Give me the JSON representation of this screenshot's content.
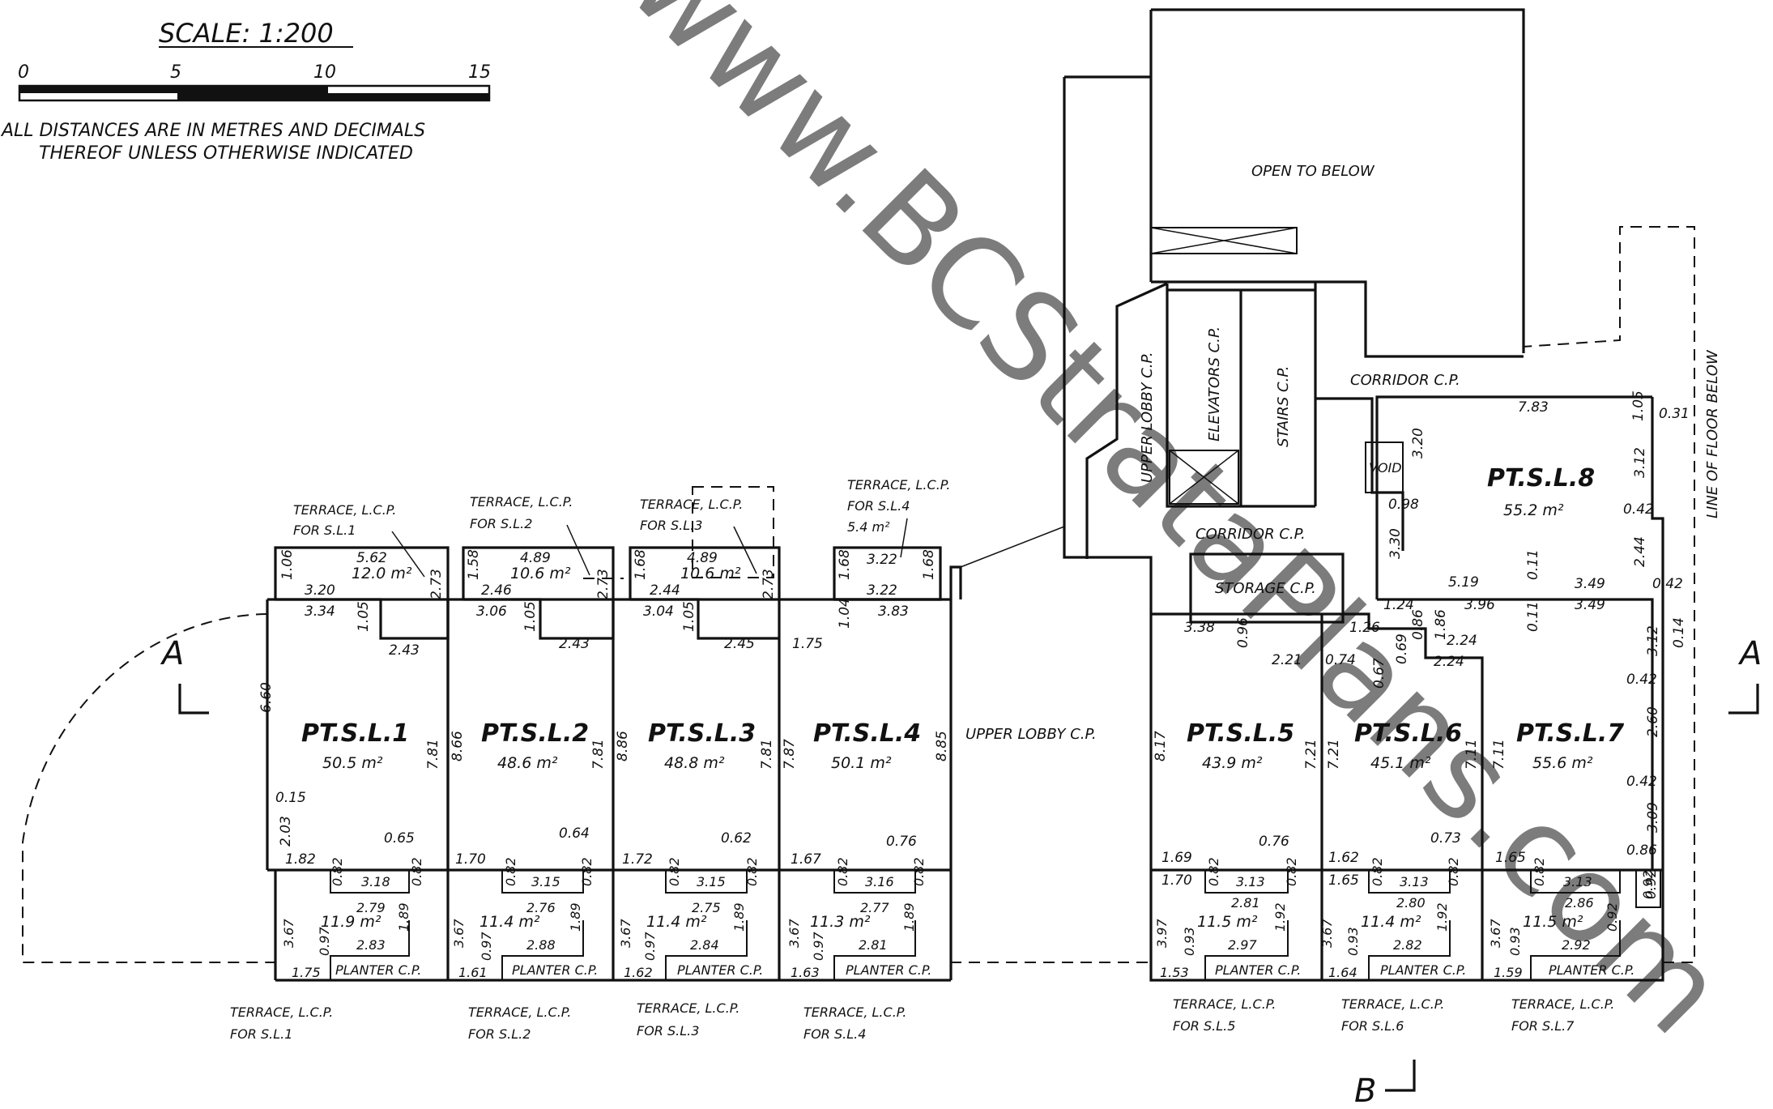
{
  "scale": {
    "title": "SCALE: 1:200",
    "ticks": [
      "0",
      "5",
      "10",
      "15"
    ],
    "note_line1": "ALL DISTANCES ARE IN METRES AND DECIMALS",
    "note_line2": "THEREOF UNLESS OTHERWISE INDICATED"
  },
  "watermark": "www.BCStrataPlans.com",
  "sections": {
    "a_left": "A",
    "a_right": "A",
    "b": "B"
  },
  "core": {
    "open_to_below": "OPEN TO BELOW",
    "upper_lobby": "UPPER LOBBY C.P.",
    "elevators": "ELEVATORS C.P.",
    "stairs": "STAIRS C.P.",
    "corridor_top": "CORRIDOR C.P.",
    "corridor_mid": "CORRIDOR C.P.",
    "storage": "STORAGE C.P.",
    "void": "VOID",
    "line_of_floor_below": "LINE OF FLOOR BELOW"
  },
  "lobby": "UPPER LOBBY C.P.",
  "units": [
    {
      "name": "PT.S.L.1",
      "area": "50.5 m²"
    },
    {
      "name": "PT.S.L.2",
      "area": "48.6 m²"
    },
    {
      "name": "PT.S.L.3",
      "area": "48.8 m²"
    },
    {
      "name": "PT.S.L.4",
      "area": "50.1 m²"
    },
    {
      "name": "PT.S.L.5",
      "area": "43.9 m²"
    },
    {
      "name": "PT.S.L.6",
      "area": "45.1 m²"
    },
    {
      "name": "PT.S.L.7",
      "area": "55.6 m²"
    },
    {
      "name": "PT.S.L.8",
      "area": "55.2 m²"
    }
  ],
  "top_terraces": [
    {
      "l1": "TERRACE, L.C.P.",
      "l2": "FOR S.L.1",
      "area": "12.0 m²"
    },
    {
      "l1": "TERRACE, L.C.P.",
      "l2": "FOR S.L.2",
      "area": "10.6 m²"
    },
    {
      "l1": "TERRACE, L.C.P.",
      "l2": "FOR S.L.3",
      "area": "10.6 m²"
    },
    {
      "l1": "TERRACE, L.C.P.",
      "l2": "FOR S.L.4",
      "area": "5.4 m²"
    }
  ],
  "bottom_terraces": [
    {
      "l1": "TERRACE, L.C.P.",
      "l2": "FOR S.L.1",
      "area": "11.9 m²",
      "planter": "PLANTER C.P."
    },
    {
      "l1": "TERRACE, L.C.P.",
      "l2": "FOR S.L.2",
      "area": "11.4 m²",
      "planter": "PLANTER C.P."
    },
    {
      "l1": "TERRACE, L.C.P.",
      "l2": "FOR S.L.3",
      "area": "11.4 m²",
      "planter": "PLANTER C.P."
    },
    {
      "l1": "TERRACE, L.C.P.",
      "l2": "FOR S.L.4",
      "area": "11.3 m²",
      "planter": "PLANTER C.P."
    },
    {
      "l1": "TERRACE, L.C.P.",
      "l2": "FOR S.L.5",
      "area": "11.5 m²",
      "planter": "PLANTER C.P."
    },
    {
      "l1": "TERRACE, L.C.P.",
      "l2": "FOR S.L.6",
      "area": "11.4 m²",
      "planter": "PLANTER C.P."
    },
    {
      "l1": "TERRACE, L.C.P.",
      "l2": "FOR S.L.7",
      "area": "11.5 m²",
      "planter": "PLANTER C.P."
    }
  ],
  "dims": {
    "d1": "5.62",
    "d2": "1.06",
    "d3": "3.20",
    "d4": "2.73",
    "d5": "3.34",
    "d6": "1.05",
    "d7": "2.43",
    "d8": "6.60",
    "d9": "7.81",
    "d10": "0.15",
    "d11": "2.03",
    "d12": "0.65",
    "d13": "1.82",
    "d14": "4.89",
    "d15": "1.58",
    "d16": "2.46",
    "d17": "2.73",
    "d18": "3.06",
    "d19": "1.05",
    "d20": "2.43",
    "d21": "8.66",
    "d22": "7.81",
    "d23": "0.64",
    "d24": "1.70",
    "d25": "4.89",
    "d26": "1.68",
    "d27": "2.44",
    "d28": "2.73",
    "d29": "3.04",
    "d30": "1.05",
    "d31": "2.45",
    "d32": "8.86",
    "d33": "7.81",
    "d34": "0.62",
    "d35": "1.72",
    "d36": "3.22",
    "d37": "1.68",
    "d38": "3.22",
    "d39": "1.68",
    "d40": "1.04",
    "d41": "3.83",
    "d42": "1.75",
    "d43": "7.87",
    "d44": "8.85",
    "d45": "0.76",
    "d46": "1.67",
    "d47": "3.38",
    "d48": "0.96",
    "d49": "2.21",
    "d50": "8.17",
    "d51": "7.21",
    "d52": "0.76",
    "d53": "1.69",
    "d54": "1.70",
    "d55": "1.26",
    "d56": "0.74",
    "d57": "0.67",
    "d58": "0.69",
    "d59": "0.86",
    "d60": "1.24",
    "d61": "1.86",
    "d62": "2.24",
    "d63": "2.24",
    "d64": "7.21",
    "d65": "7.11",
    "d66": "0.73",
    "d67": "1.62",
    "d68": "1.65",
    "d69": "3.96",
    "d70": "3.49",
    "d71": "0.11",
    "d72": "3.12",
    "d73": "0.14",
    "d74": "0.42",
    "d75": "2.60",
    "d76": "0.42",
    "d77": "3.09",
    "d78": "0.86",
    "d79": "0.92",
    "d80": "1.65",
    "d81": "7.11",
    "d82": "7.83",
    "d83": "1.05",
    "d84": "0.31",
    "d85": "3.20",
    "d86": "3.12",
    "d87": "0.98",
    "d88": "0.42",
    "d89": "3.30",
    "d90": "2.44",
    "d91": "5.19",
    "d92": "0.11",
    "d93": "3.49",
    "d94": "0.42",
    "b1": "0.82",
    "b2": "3.18",
    "b3": "0.82",
    "b4": "2.79",
    "b5": "1.89",
    "b6": "3.67",
    "b7": "0.97",
    "b8": "2.83",
    "b9": "1.75",
    "b10": "0.82",
    "b11": "3.15",
    "b12": "0.82",
    "b13": "2.76",
    "b14": "1.89",
    "b15": "3.67",
    "b16": "0.97",
    "b17": "2.88",
    "b18": "1.61",
    "b19": "0.82",
    "b20": "3.15",
    "b21": "0.82",
    "b22": "2.75",
    "b23": "1.89",
    "b24": "3.67",
    "b25": "0.97",
    "b26": "2.84",
    "b27": "1.62",
    "b28": "0.82",
    "b29": "3.16",
    "b30": "0.82",
    "b31": "2.77",
    "b32": "1.89",
    "b33": "3.67",
    "b34": "0.97",
    "b35": "2.81",
    "b36": "1.63",
    "b37": "0.82",
    "b38": "3.13",
    "b39": "0.82",
    "b40": "2.81",
    "b41": "1.92",
    "b42": "3.97",
    "b43": "0.93",
    "b44": "2.97",
    "b45": "1.53",
    "b46": "0.82",
    "b47": "3.13",
    "b48": "0.82",
    "b49": "2.80",
    "b50": "1.92",
    "b51": "3.67",
    "b52": "0.93",
    "b53": "2.82",
    "b54": "1.64",
    "b55": "0.82",
    "b56": "3.13",
    "b57": "0.92",
    "b58": "2.86",
    "b59": "0.92",
    "b60": "3.67",
    "b61": "0.93",
    "b62": "2.92",
    "b63": "1.59"
  }
}
